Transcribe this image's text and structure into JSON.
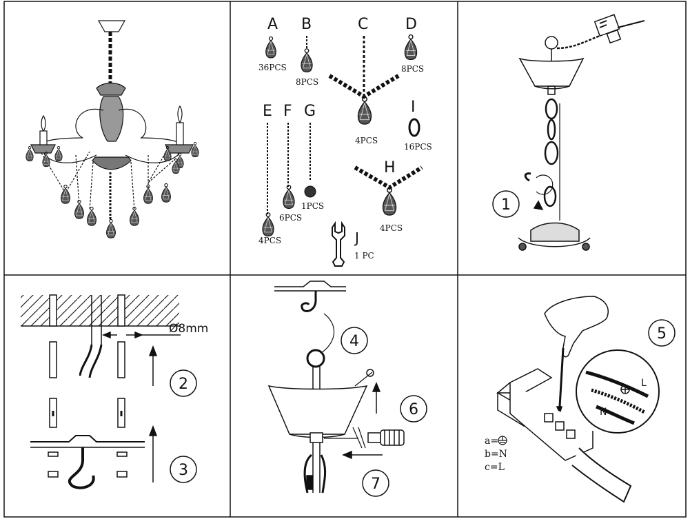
{
  "parts": {
    "A": {
      "letter": "A",
      "qty": "36PCS"
    },
    "B": {
      "letter": "B",
      "qty": "8PCS"
    },
    "C": {
      "letter": "C",
      "qty": "4PCS"
    },
    "D": {
      "letter": "D",
      "qty": "8PCS"
    },
    "E": {
      "letter": "E",
      "qty": "4PCS"
    },
    "F": {
      "letter": "F",
      "qty": "6PCS"
    },
    "G": {
      "letter": "G",
      "qty": "1PCS"
    },
    "H": {
      "letter": "H",
      "qty": "4PCS"
    },
    "I": {
      "letter": "I",
      "qty": "16PCS"
    },
    "J": {
      "letter": "J",
      "qty": "1 PC"
    }
  },
  "steps": {
    "s1": "1",
    "s2": "2",
    "s3": "3",
    "s4": "4",
    "s5": "5",
    "s6": "6",
    "s7": "7"
  },
  "hole_diameter": "Ø8mm",
  "wiring_legend": {
    "a": "a=",
    "b": "b=N",
    "c": "c=L"
  },
  "wire_labels": {
    "l": "L",
    "n": "N"
  }
}
